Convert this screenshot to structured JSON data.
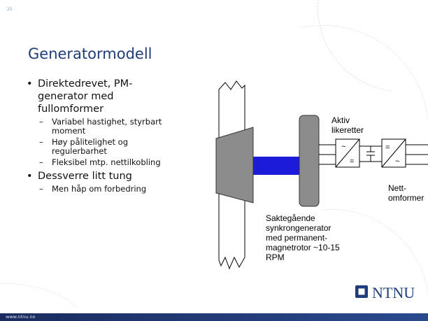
{
  "slide": {
    "number": "25",
    "title": "Generatormodell",
    "bullets": [
      {
        "text": "Direktedrevet, PM-generator med fullomformer",
        "sub": [
          "Variabel hastighet, styrbart moment",
          "Høy pålitelighet og regulerbarhet",
          "Fleksibel mtp. nettilkobling"
        ]
      },
      {
        "text": "Dessverre litt tung",
        "sub": [
          "Men håp om forbedring"
        ]
      }
    ]
  },
  "diagram": {
    "rectifier_label": "Aktiv likeretter",
    "converter_label": "Nett-omformer",
    "generator_label": "Saktegående synkrongenerator med permanent-magnetrotor ~10-15 RPM"
  },
  "branding": {
    "logo_text": "NTNU",
    "footer_url": "www.ntnu.no"
  },
  "colors": {
    "title": "#1f3d7a",
    "shaft": "#1b1bd9",
    "hub": "#8c8c8c",
    "footer": "#1a2b5e"
  }
}
